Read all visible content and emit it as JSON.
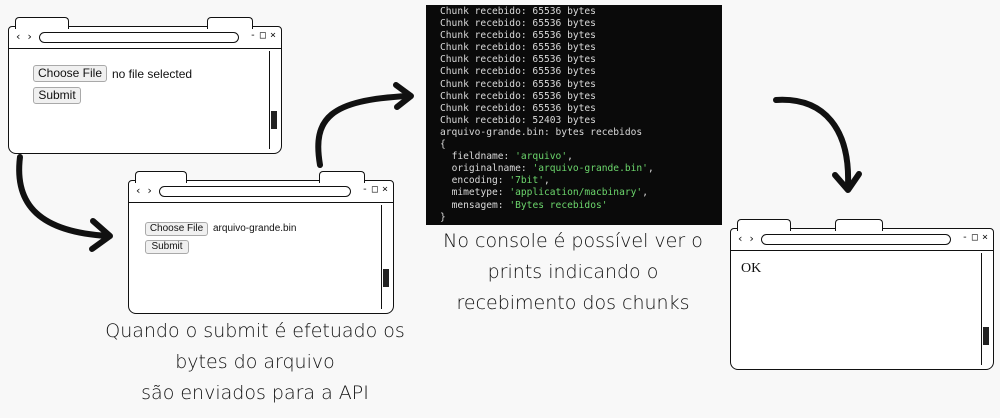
{
  "window1": {
    "choose_file_label": "Choose File",
    "file_status": "no file selected",
    "submit_label": "Submit"
  },
  "window2": {
    "choose_file_label": "Choose File",
    "file_status": "arquivo-grande.bin",
    "submit_label": "Submit"
  },
  "window3": {
    "response_text": "OK"
  },
  "console": {
    "chunk_lines": [
      "Chunk recebido: 65536 bytes",
      "Chunk recebido: 65536 bytes",
      "Chunk recebido: 65536 bytes",
      "Chunk recebido: 65536 bytes",
      "Chunk recebido: 65536 bytes",
      "Chunk recebido: 65536 bytes",
      "Chunk recebido: 65536 bytes",
      "Chunk recebido: 65536 bytes",
      "Chunk recebido: 65536 bytes",
      "Chunk recebido: 52403 bytes"
    ],
    "summary_line": "arquivo-grande.bin: bytes recebidos",
    "open_brace": "{",
    "fields": [
      {
        "key": "fieldname",
        "value": "'arquivo'"
      },
      {
        "key": "originalname",
        "value": "'arquivo-grande.bin'"
      },
      {
        "key": "encoding",
        "value": "'7bit'"
      },
      {
        "key": "mimetype",
        "value": "'application/macbinary'"
      },
      {
        "key": "mensagem",
        "value": "'Bytes recebidos'"
      }
    ],
    "close_brace": "}",
    "text_color": "#d9d9d9",
    "string_color": "#6cd66c",
    "background_color": "#0a0a0a"
  },
  "captions": {
    "submit_caption": [
      "Quando o submit é efetuado os",
      "bytes do arquivo",
      "são enviados para a API"
    ],
    "console_caption": [
      "No console é possível ver o",
      "prints indicando o",
      "recebimento dos chunks"
    ]
  },
  "icons": {
    "nav": "‹ ›",
    "window_controls": "- □ ×"
  }
}
